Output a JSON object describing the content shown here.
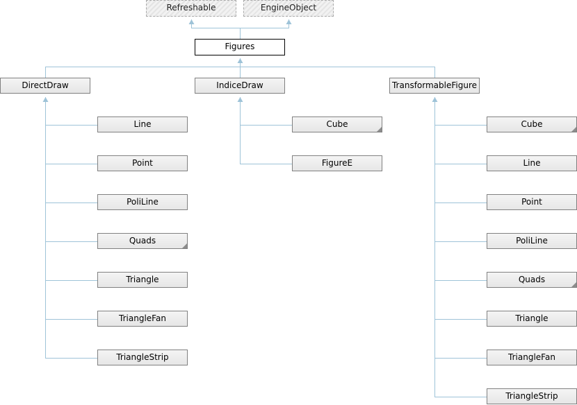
{
  "bases": {
    "refreshable": "Refreshable",
    "engine_object": "EngineObject"
  },
  "figures": "Figures",
  "direct_draw": {
    "label": "DirectDraw",
    "children": [
      "Line",
      "Point",
      "PoliLine",
      "Quads",
      "Triangle",
      "TriangleFan",
      "TriangleStrip"
    ]
  },
  "indice_draw": {
    "label": "IndiceDraw",
    "children": [
      "Cube",
      "FigureE"
    ]
  },
  "transformable_figure": {
    "label": "TransformableFigure",
    "children": [
      "Cube",
      "Line",
      "Point",
      "PoliLine",
      "Quads",
      "Triangle",
      "TriangleFan",
      "TriangleStrip"
    ]
  },
  "colors": {
    "edge": "#9ec3d8",
    "node_border": "#808080",
    "current_border": "#000000"
  }
}
